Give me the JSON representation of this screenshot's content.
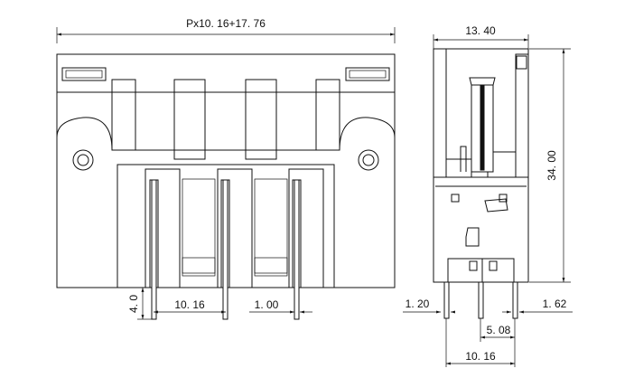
{
  "front_view": {
    "dim_width": "Px10. 16+17. 76",
    "dim_pin_length": "4. 0",
    "dim_pitch": "10. 16",
    "dim_pin_thickness": "1. 00"
  },
  "side_view": {
    "dim_width": "13. 40",
    "dim_height": "34. 00",
    "dim_left_offset": "1. 20",
    "dim_right_offset": "1. 62",
    "dim_pin_spacing_small": "5. 08",
    "dim_pin_spacing_large": "10. 16"
  },
  "colors": {
    "line": "#111111",
    "background": "#ffffff"
  }
}
